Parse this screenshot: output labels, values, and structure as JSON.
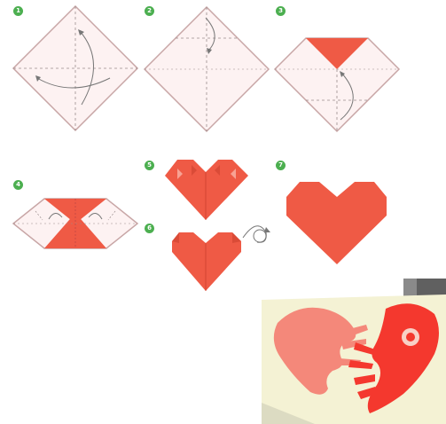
{
  "steps": [
    {
      "number": "1"
    },
    {
      "number": "2"
    },
    {
      "number": "3"
    },
    {
      "number": "4"
    },
    {
      "number": "5"
    },
    {
      "number": "6"
    },
    {
      "number": "7"
    }
  ],
  "colors": {
    "paper": "#fdf2f2",
    "paper_edge": "#c8a6a6",
    "fold_line": "#9a8c8c",
    "red": "#ef5a45",
    "badge": "#4caf50",
    "card": "#f3f1d8",
    "paint": "#f4382e"
  },
  "icons": [
    "fold-arrow-icon",
    "rotate-arrow-icon"
  ]
}
